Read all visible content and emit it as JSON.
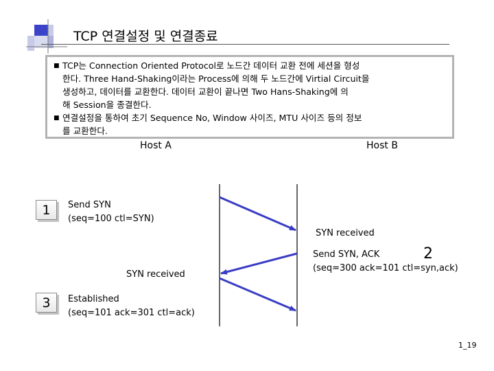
{
  "title": "TCP 연결설정 및 연결종료",
  "bullets": [
    {
      "marker": "■",
      "lines": [
        "TCP는 Connection Oriented Protocol로  노드간 데이터 교환 전에 세션을 형성",
        "한다. Three Hand-Shaking이라는 Process에 의해 두 노드간에 Virtial Circuit을",
        "생성하고, 데이터를 교환한다. 데이터 교환이 끝나면 Two Hans-Shaking에 의",
        "해 Session을 종결한다."
      ]
    },
    {
      "marker": "■",
      "lines": [
        "연결설정을 통하여 초기 Sequence No, Window 사이즈, MTU 사이즈 등의 정보",
        "를 교환한다."
      ]
    }
  ],
  "hosts": {
    "a": "Host A",
    "b": "Host B"
  },
  "steps": {
    "one": {
      "number": "1",
      "action": "Send SYN",
      "detail": "(seq=100 ctl=SYN)"
    },
    "two": {
      "number": "2",
      "received": "SYN received",
      "action": "Send SYN, ACK",
      "detail": "(seq=300 ack=101 ctl=syn,ack)"
    },
    "three": {
      "number": "3",
      "received": "SYN received",
      "action": "Established",
      "detail": "(seq=101 ack=301 ctl=ack)"
    }
  },
  "page_number": "1_19",
  "colors": {
    "arrow": "#3a3dc4",
    "logo_blue": "#3b43c8",
    "logo_light": "#c7cbe8",
    "border": "#b3b3b3"
  }
}
